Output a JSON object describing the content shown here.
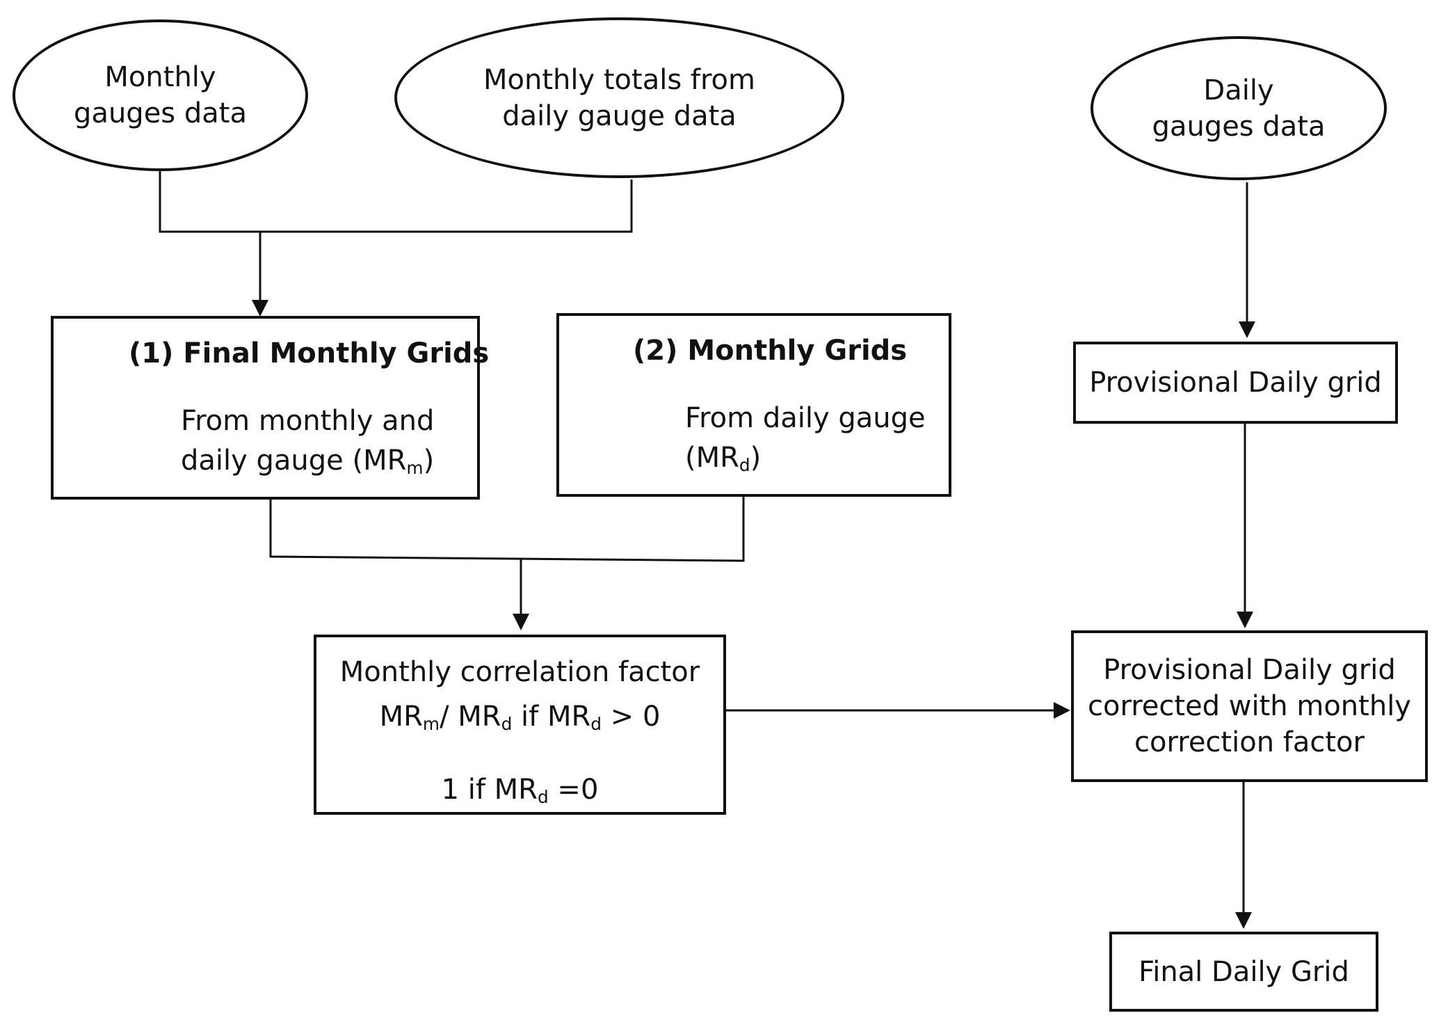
{
  "nodes": {
    "monthly_gauges": {
      "line1": "Monthly",
      "line2": "gauges data"
    },
    "monthly_totals": {
      "line1": "Monthly totals from",
      "line2": "daily gauge data"
    },
    "daily_gauges": {
      "line1": "Daily",
      "line2": "gauges data"
    },
    "final_monthly_grids": {
      "title": "(1) Final Monthly Grids",
      "line1": "From monthly and",
      "line2_prefix": "daily gauge (MR",
      "line2_sub": "m",
      "line2_suffix": ")"
    },
    "monthly_grids": {
      "title": "(2) Monthly Grids",
      "line1": "From daily gauge",
      "line2_prefix": "(MR",
      "line2_sub": "d",
      "line2_suffix": ")"
    },
    "provisional_daily_grid": {
      "label": "Provisional Daily grid"
    },
    "correlation_factor": {
      "title": "Monthly correlation factor",
      "f_a": "MR",
      "f_a_sub": "m",
      "f_b": "/ MR",
      "f_b_sub": "d",
      "f_c": " if MR",
      "f_c_sub": "d",
      "f_d": " > 0",
      "z_a": "1 if MR",
      "z_a_sub": "d",
      "z_b": " =0"
    },
    "corrected_grid": {
      "line1": "Provisional Daily grid",
      "line2": "corrected with monthly",
      "line3": "correction factor"
    },
    "final_daily_grid": {
      "label": "Final Daily Grid"
    }
  }
}
